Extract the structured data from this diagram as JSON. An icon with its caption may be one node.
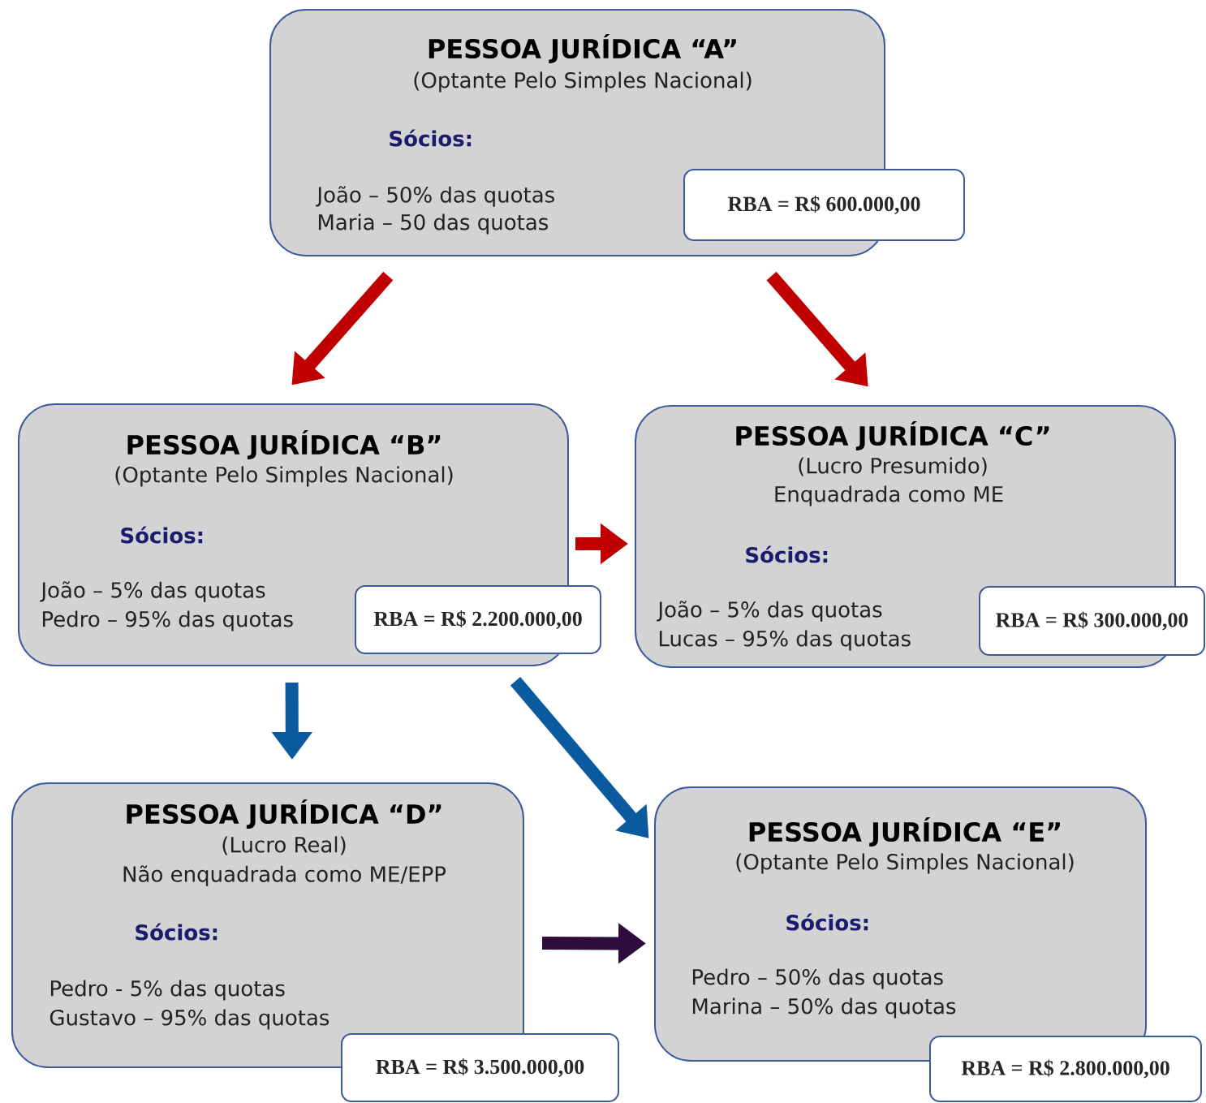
{
  "diagram": {
    "nodes": [
      {
        "text": [
          "PESSOA JURÍDICA “A”",
          "(Optante Pelo Simples Nacional)",
          "**Sócios**:",
          "João – 50% das quotas",
          "Maria – 50 das quotas"
        ]
      },
      {
        "text": [
          "RBA = R$ 600.000,00"
        ]
      },
      {
        "text": [
          "PESSOA JURÍDICA “B”",
          "(Optante Pelo Simples Nacional)",
          "Sócios:",
          "João – 5% das quotas",
          "Pedro – 95% das quotas"
        ]
      },
      {
        "text": [
          "RBA = R$ 2.200.000,00"
        ]
      },
      {
        "text": [
          "PESSOA JURÍDICA “C”",
          "(Lucro Presumido)",
          "Enquadrada como ME",
          "Sócios:",
          "João – 5% das quotas",
          "Lucas – 95% das quotas"
        ]
      },
      {
        "text": [
          "RBA = R$ 300.000,00"
        ]
      },
      {
        "text": [
          "PESSOA JURÍDICA “D”",
          "(Lucro Real)",
          "Não enquadrada como ME/EPP",
          "Sócios:",
          "Pedro - 5% das quotas",
          "Gustavo – 95% das quotas"
        ]
      },
      {
        "text": [
          "RBA = R$ 3.500.000,00"
        ]
      },
      {
        "text": [
          "PESSOA JURÍDICA “E”",
          "(Optante Pelo Simples Nacional)",
          "Sócios:",
          "Pedro – 50% das quotas",
          "Marina – 50% das quotas"
        ]
      },
      {
        "text": [
          "RBA = R$ 2.800.000,00"
        ]
      }
    ],
    "edges": [
      {
        "from": 0,
        "to": 2,
        "arrow": "to",
        "color": "#c00000"
      },
      {
        "from": 0,
        "to": 4,
        "arrow": "to",
        "color": "#c00000"
      },
      {
        "from": 2,
        "to": 4,
        "arrow": "to",
        "color": "#c00000"
      },
      {
        "from": 2,
        "to": 6,
        "arrow": "to",
        "color": "#0a5aa0"
      },
      {
        "from": 2,
        "to": 8,
        "arrow": "to",
        "color": "#0a5aa0"
      },
      {
        "from": 6,
        "to": 8,
        "arrow": "to",
        "color": "#2e0c3c"
      }
    ]
  }
}
